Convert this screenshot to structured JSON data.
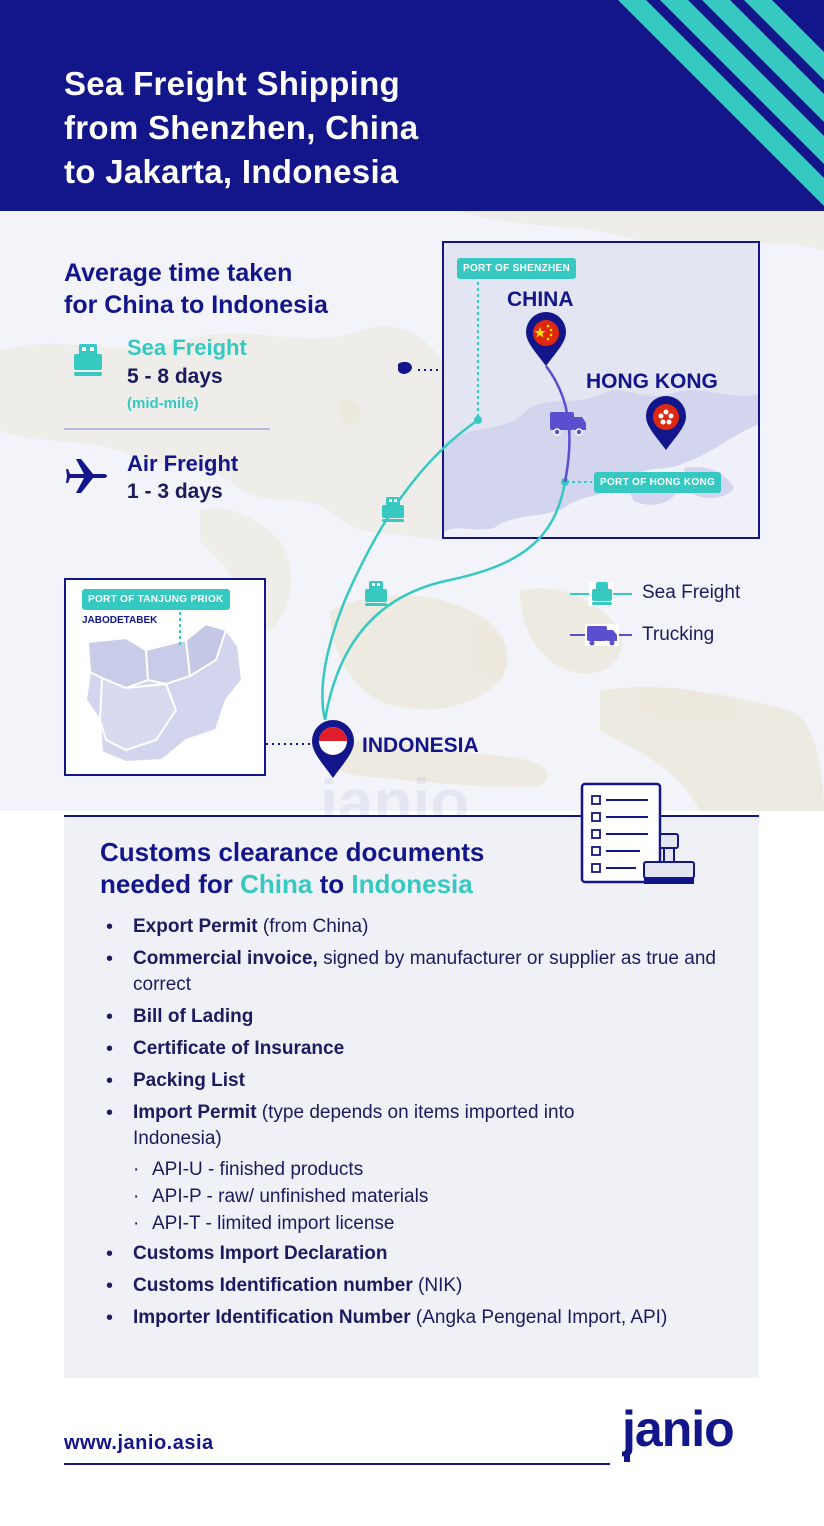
{
  "header": {
    "title": "Sea Freight Shipping\nfrom Shenzhen, China\nto Jakarta, Indonesia"
  },
  "colors": {
    "navy": "#12168a",
    "teal": "#36c9c1",
    "purple": "#5a4fcf",
    "map_land": "#eee9dc",
    "inset_land": "#d3d5ee"
  },
  "average_time": {
    "title": "Average time taken\nfor China to Indonesia",
    "sea": {
      "icon": "ship-icon",
      "label": "Sea Freight",
      "days": "5 - 8 days",
      "note": "(mid-mile)"
    },
    "air": {
      "icon": "airplane-icon",
      "label": "Air Freight",
      "days": "1 - 3 days"
    }
  },
  "map": {
    "inset_china": {
      "port_tag": "PORT OF SHENZHEN",
      "china_label": "CHINA",
      "hongkong_label": "HONG KONG",
      "hk_port_tag": "PORT OF HONG KONG"
    },
    "inset_indonesia": {
      "port_tag": "PORT OF TANJUNG PRIOK",
      "region_label": "JABODETABEK"
    },
    "indonesia_label": "INDONESIA",
    "watermark": "janio",
    "legend": [
      {
        "icon": "ship-icon",
        "label": "Sea Freight"
      },
      {
        "icon": "truck-icon",
        "label": "Trucking"
      }
    ]
  },
  "customs": {
    "title_line1": "Customs clearance documents",
    "title_prefix": "needed for ",
    "title_china": "China",
    "title_to": " to ",
    "title_indonesia": "Indonesia",
    "items": [
      {
        "bold": "Export Permit",
        "rest": " (from China)"
      },
      {
        "bold": "Commercial invoice,",
        "rest": " signed by manufacturer or supplier as true and correct"
      },
      {
        "bold": "Bill of Lading",
        "rest": ""
      },
      {
        "bold": "Certificate of Insurance",
        "rest": ""
      },
      {
        "bold": "Packing List",
        "rest": ""
      },
      {
        "bold": "Import Permit",
        "rest": " (type depends on items imported into Indonesia)",
        "sub": [
          "API-U - finished products",
          "API-P - raw/ unfinished materials",
          "API-T - limited import license"
        ]
      },
      {
        "bold": "Customs Import Declaration",
        "rest": ""
      },
      {
        "bold": "Customs Identification number",
        "rest": " (NIK)"
      },
      {
        "bold": "Importer Identification Number",
        "rest": " (Angka Pengenal Import, API)"
      }
    ]
  },
  "footer": {
    "url": "www.janio.asia",
    "logo": "janio"
  }
}
